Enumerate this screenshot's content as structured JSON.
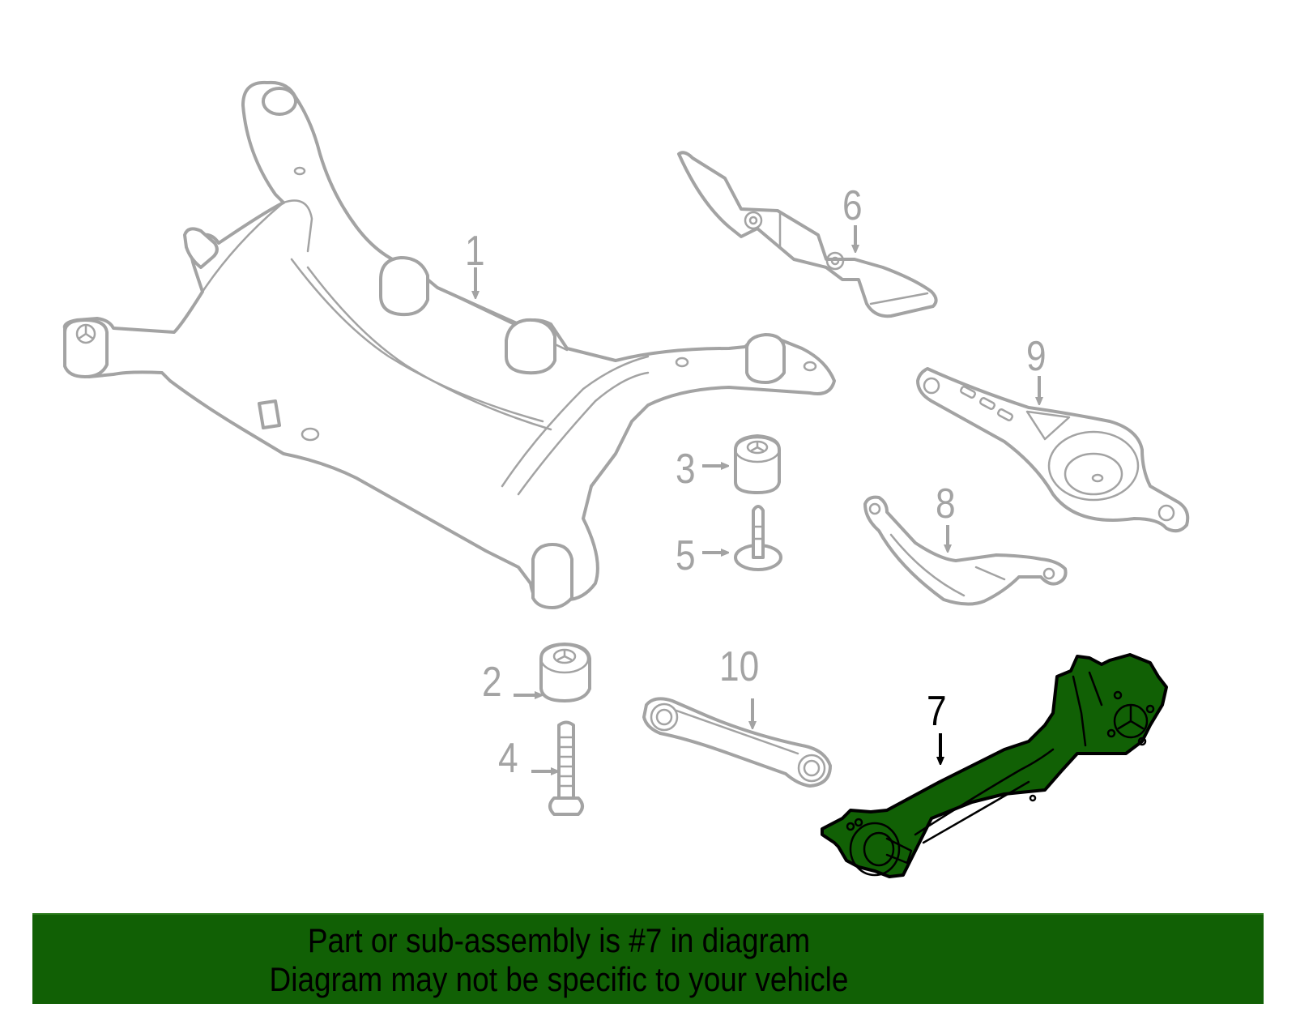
{
  "diagram": {
    "highlighted_part": "7",
    "colors": {
      "highlight_fill": "#116005",
      "highlight_stroke": "#000000",
      "ghost_stroke": "#a3a3a3",
      "banner_bg": "#116005",
      "banner_text": "#000000"
    },
    "callouts": [
      {
        "id": "1",
        "label": "1",
        "part": "subframe / crossmember"
      },
      {
        "id": "2",
        "label": "2",
        "part": "lower bushing"
      },
      {
        "id": "3",
        "label": "3",
        "part": "upper bushing"
      },
      {
        "id": "4",
        "label": "4",
        "part": "bolt"
      },
      {
        "id": "5",
        "label": "5",
        "part": "stud"
      },
      {
        "id": "6",
        "label": "6",
        "part": "bracket"
      },
      {
        "id": "7",
        "label": "7",
        "part": "trailing arm"
      },
      {
        "id": "8",
        "label": "8",
        "part": "upper control arm"
      },
      {
        "id": "9",
        "label": "9",
        "part": "lower control arm"
      },
      {
        "id": "10",
        "label": "10",
        "part": "toe link"
      }
    ]
  },
  "banner": {
    "line1": "Part or sub-assembly is #7 in diagram",
    "line2": "Diagram may not be specific to your vehicle"
  }
}
